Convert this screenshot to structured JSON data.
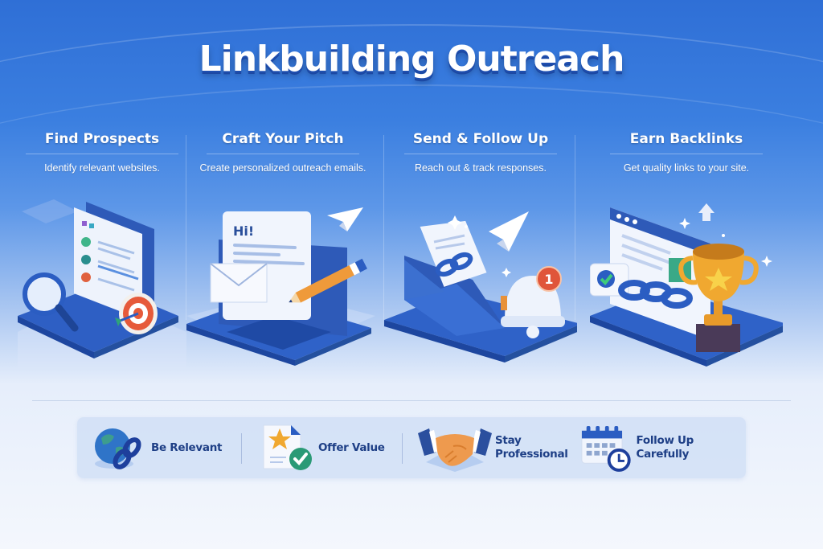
{
  "title": "Linkbuilding Outreach",
  "steps": [
    {
      "heading": "Find Prospects",
      "description": "Identify relevant websites.",
      "illustration": "laptop-magnifier-target"
    },
    {
      "heading": "Craft Your Pitch",
      "description": "Create personalized outreach emails.",
      "illustration": "laptop-email-pencil"
    },
    {
      "heading": "Send & Follow Up",
      "description": "Reach out & track responses.",
      "illustration": "envelope-paperplane-bell"
    },
    {
      "heading": "Earn Backlinks",
      "description": "Get quality links to your site.",
      "illustration": "browser-chain-trophy"
    }
  ],
  "notification_badge": "1",
  "email_greeting": "Hi!",
  "tips": [
    {
      "label": "Be Relevant",
      "icon": "globe-link-icon"
    },
    {
      "label": "Offer Value",
      "icon": "document-star-check-icon"
    },
    {
      "label_line1": "Stay",
      "label_line2": "Professional",
      "icon": "handshake-icon"
    },
    {
      "label": "Follow Up Carefully",
      "icon": "calendar-clock-icon"
    }
  ],
  "colors": {
    "primary_blue": "#2f6fd6",
    "dark_blue": "#1e3f86",
    "accent_orange": "#e8913a",
    "accent_red": "#e0553a",
    "accent_green": "#2aa37a",
    "gold": "#f0a830"
  }
}
